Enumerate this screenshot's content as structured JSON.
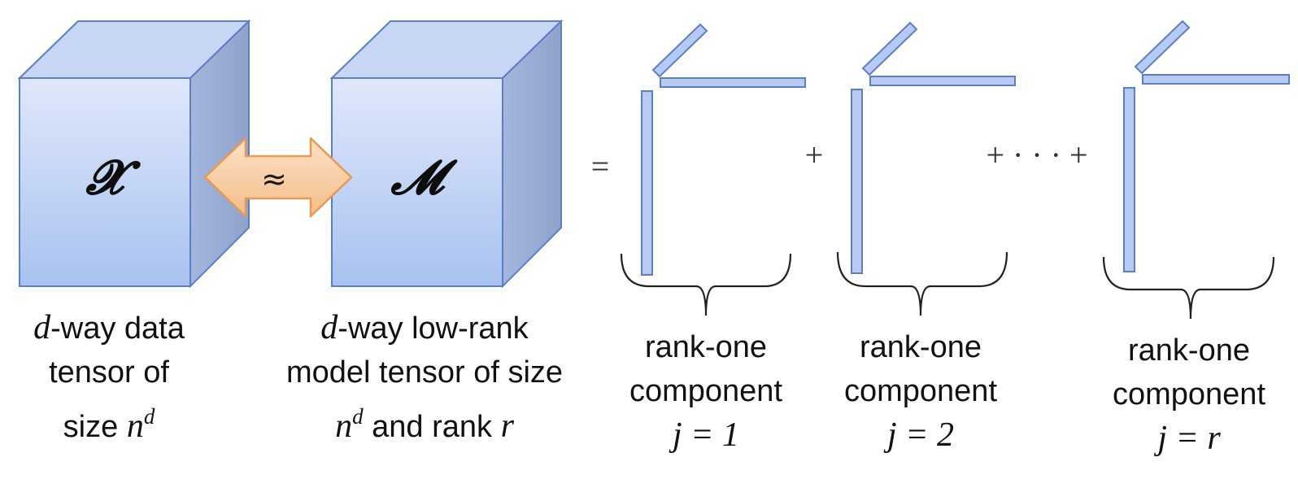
{
  "tensor_x": {
    "symbol": "𝓧",
    "caption_lines": [
      [
        {
          "t": "d",
          "k": "m"
        },
        {
          "t": "-way data",
          "k": "txt"
        }
      ],
      [
        {
          "t": "tensor of",
          "k": "txt"
        }
      ],
      [
        {
          "t": "size ",
          "k": "txt"
        },
        {
          "t": "n",
          "k": "m"
        },
        {
          "t": "d",
          "k": "sup"
        }
      ]
    ]
  },
  "approx_arrow": {
    "symbol": "≈"
  },
  "tensor_m": {
    "symbol": "𝓜",
    "caption_lines": [
      [
        {
          "t": "d",
          "k": "m"
        },
        {
          "t": "-way low-rank",
          "k": "txt"
        }
      ],
      [
        {
          "t": "model  tensor of size",
          "k": "txt"
        }
      ],
      [
        {
          "t": "n",
          "k": "m"
        },
        {
          "t": "d",
          "k": "sup"
        },
        {
          "t": " and rank ",
          "k": "txt"
        },
        {
          "t": "r",
          "k": "m"
        }
      ]
    ]
  },
  "operators": {
    "equals": "=",
    "plus": "+",
    "plus_dots_plus": "+ · · · +"
  },
  "components": [
    {
      "label": "rank-one",
      "label2": "component",
      "index": "j = 1"
    },
    {
      "label": "rank-one",
      "label2": "component",
      "index": "j = 2"
    },
    {
      "label": "rank-one",
      "label2": "component",
      "index": "j = r"
    }
  ],
  "colors": {
    "cube_front_top": "#dfe8fb",
    "cube_front_bottom": "#a9c2f0",
    "cube_side": "#9aaed6",
    "cube_top": "#c7d6f5",
    "cube_stroke": "#5b7fc4",
    "arrow_fill": "#f7cfa8",
    "arrow_stroke": "#e69a55",
    "bar_fill": "#b7cbf2",
    "bar_stroke": "#5d7fc2"
  }
}
